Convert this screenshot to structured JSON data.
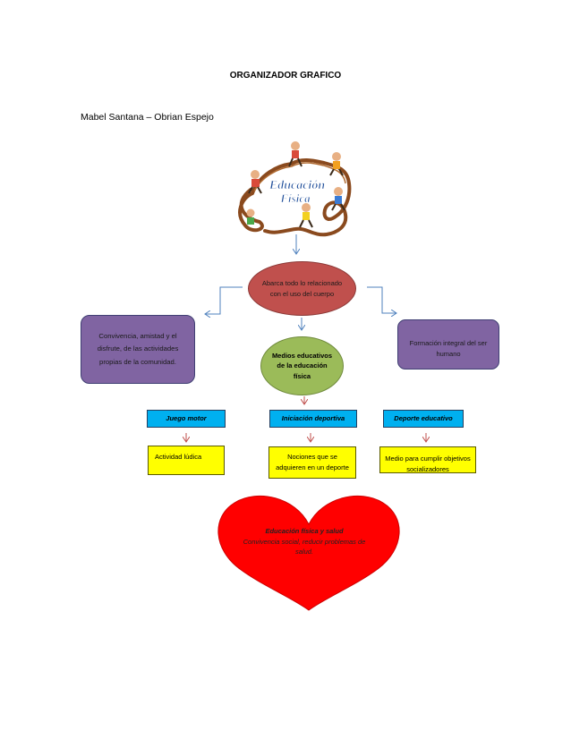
{
  "document": {
    "title": "ORGANIZADOR GRAFICO",
    "authors": "Mabel Santana – Obrian Espejo"
  },
  "header_image": {
    "logo_text_line1": "Educación",
    "logo_text_line2": "Física"
  },
  "nodes": {
    "abarca": "Abarca todo lo relacionado con el uso del cuerpo",
    "medios": "Medios educativos de la educación física",
    "left": "Convivencia, amistad y el disfrute, de las actividades propias de la comunidad.",
    "right": "Formación integral del ser humano",
    "juego_motor": "Juego motor",
    "iniciacion_deportiva": "Iniciación deportiva",
    "deporte_educativo": "Deporte educativo",
    "actividad_ludica": "Actividad lúdica",
    "nociones": "Nociones que se adquieren en un deporte",
    "medio_para_cumplir": "Medio para cumplir objetivos socializadores"
  },
  "heart": {
    "line1": "Educación física y salud",
    "line2": "Convivencia social, reducir problemas de salud."
  },
  "colors": {
    "red_node": "#c0504d",
    "green_node": "#9bbb59",
    "purple_node": "#8064a2",
    "cyan_node": "#00b0f0",
    "yellow_node": "#ffff00",
    "heart": "#ff0000",
    "connector": "#4f81bd",
    "arrow_red": "#c0504d"
  }
}
